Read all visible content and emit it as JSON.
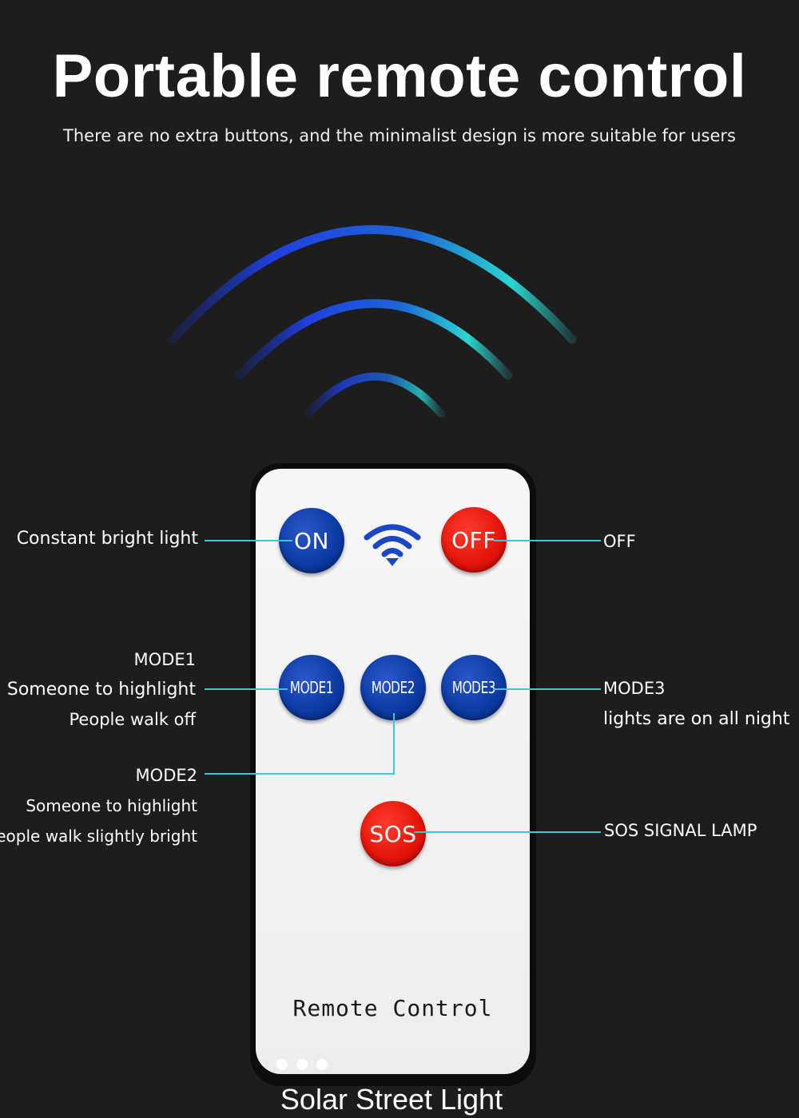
{
  "header": {
    "title": "Portable remote control",
    "subtitle": "There are no extra buttons, and the minimalist design is more suitable for users"
  },
  "colors": {
    "background": "#1d1d1e",
    "button_blue": "#0b3aa2",
    "button_red": "#e3130a",
    "leader_line": "#3cc8d0",
    "arc_blue": "#1f3fd8",
    "arc_cyan": "#2ad6d0"
  },
  "signal_icon": "signal-waves-icon",
  "remote": {
    "buttons": {
      "on": "ON",
      "off": "OFF",
      "mode1": "MODE1",
      "mode2": "MODE2",
      "mode3": "MODE3",
      "sos": "SOS"
    },
    "wifi_icon": "wifi-icon",
    "label": "Remote Control"
  },
  "brand": "Solar Street Light",
  "annotations": {
    "on": "Constant bright light",
    "off": "OFF",
    "mode1": [
      "MODE1",
      "Someone to highlight",
      "People walk off"
    ],
    "mode2": [
      "MODE2",
      "Someone to highlight",
      "People walk slightly bright"
    ],
    "mode3": [
      "MODE3",
      "lights are on all night"
    ],
    "sos": "SOS SIGNAL LAMP"
  }
}
